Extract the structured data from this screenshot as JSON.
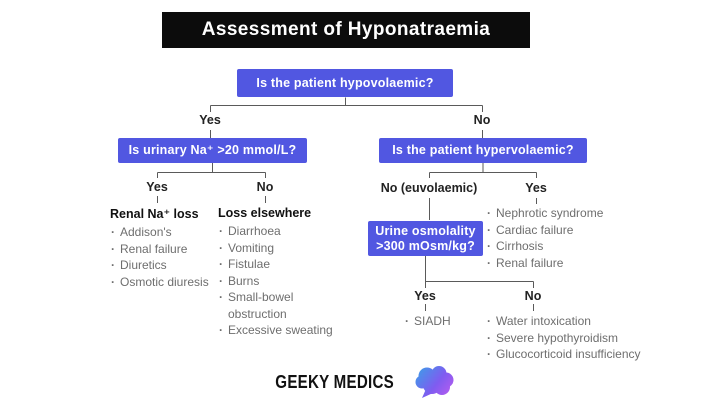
{
  "title": "Assessment of Hyponatraemia",
  "nodes": {
    "hypovolaemic": "Is the patient hypovolaemic?",
    "urinary_na": "Is urinary Na⁺ >20 mmol/L?",
    "hypervolaemic": "Is the patient hypervolaemic?",
    "urine_osmolality_line1": "Urine osmolality",
    "urine_osmolality_line2": ">300 mOsm/kg?"
  },
  "labels": {
    "yes": "Yes",
    "no": "No",
    "no_euvolaemic": "No (euvolaemic)"
  },
  "outcomes": {
    "renal_na_loss": {
      "title": "Renal Na⁺ loss",
      "items": [
        "Addison's",
        "Renal failure",
        "Diuretics",
        "Osmotic diuresis"
      ]
    },
    "loss_elsewhere": {
      "title": "Loss elsewhere",
      "items": [
        "Diarrhoea",
        "Vomiting",
        "Fistulae",
        "Burns",
        "Small-bowel obstruction",
        "Excessive sweating"
      ]
    },
    "hypervolaemic_yes": {
      "items": [
        "Nephrotic syndrome",
        "Cardiac failure",
        "Cirrhosis",
        "Renal failure"
      ]
    },
    "osmolality_yes": {
      "items": [
        "SIADH"
      ]
    },
    "osmolality_no": {
      "items": [
        "Water intoxication",
        "Severe hypothyroidism",
        "Glucocorticoid insufficiency"
      ]
    }
  },
  "footer": {
    "brand": "GEEKY MEDICS"
  },
  "colors": {
    "node_fill": "#5157e1",
    "title_bg": "#0c0c0c",
    "connector": "#5a5a5a",
    "list_text": "#6e6e6e",
    "label_text": "#222222",
    "header_text": "#111111",
    "brain_grad_start": "#3aa0e8",
    "brain_grad_mid": "#7f5cf0",
    "brain_grad_end": "#c05cf0"
  }
}
